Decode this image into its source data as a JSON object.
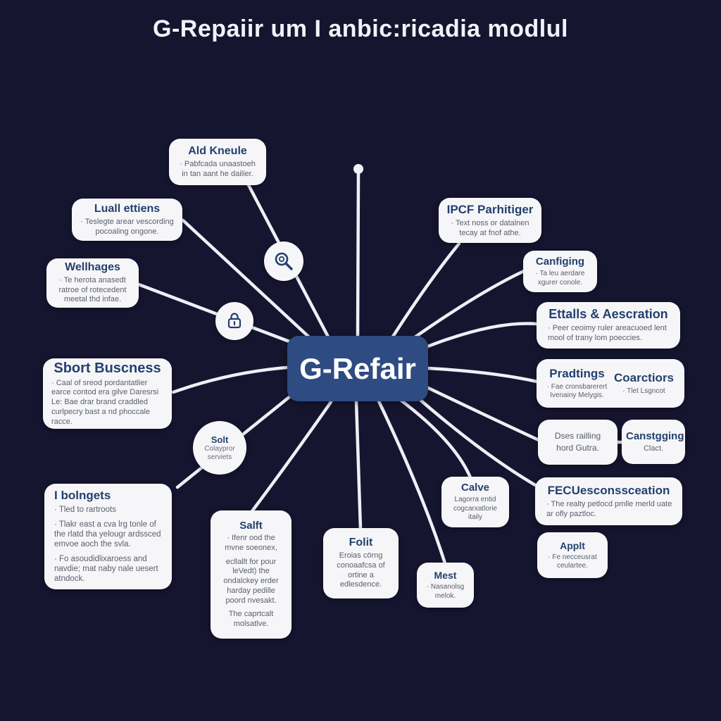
{
  "page": {
    "title": "G-Repaiir um I anbic:ricadia modlul"
  },
  "colors": {
    "background": "#161530",
    "node_background": "#f6f6f9",
    "node_title": "#24406e",
    "node_body": "#5a5f6b",
    "center_background": "#2e4b82",
    "connector": "#eef0f6"
  },
  "center": {
    "label": "G-Refair"
  },
  "icons": {
    "magnifier": "magnifier-icon",
    "lock": "lock-icon",
    "dot": "branch-dot"
  },
  "nodes": {
    "ald_kneule": {
      "title": "Ald Kneule",
      "body": [
        "· Pabfcada unaastoeh in tan aant he dailier."
      ]
    },
    "luall_ettiens": {
      "title": "Luall ettiens",
      "body": [
        "· Teslegte arear vescording pocoaling ongone."
      ]
    },
    "wellhages": {
      "title": "Wellhages",
      "body": [
        "· Te herota anasedt ratroe of rotecedent meetal thd infae."
      ]
    },
    "sbort_buscness": {
      "title": "Sbort Buscness",
      "body": [
        "· Caal of sreod pordantatlier earce contod era gilve Daresrsi Le: Bae drar brand craddled curlpecry bast a nd phoccale racce."
      ]
    },
    "i_bolngets": {
      "title": "I bolngets",
      "body": [
        "· Tled to rartroots",
        "· Tlakr east a cva lrg tonle of the rlatd tha yelougr ardssced emvoe aoch the svla.",
        "· Fo asoudidlixaroess and navdie; mat naby nale uesert atndock."
      ]
    },
    "solt": {
      "title": "Solt",
      "body": [
        "Colaypror serviets"
      ]
    },
    "salft": {
      "title": "Salft",
      "body": [
        "· Ifenr ood the mvne soeonex,",
        "ecllallt for pour leVedt) the ondalckey erder harday pedille poord nvesakt.",
        "The caprtcalt molsatlve."
      ]
    },
    "folit": {
      "title": "Folit",
      "body": [
        "Eroias cörng conoaafcsa of ortine a edlesdence."
      ]
    },
    "mest": {
      "title": "Mest",
      "body": [
        "· Nasanolsg melok."
      ]
    },
    "calve": {
      "title": "Calve",
      "body": [
        "Lagorra entid cogcarxatlorie itaily"
      ]
    },
    "ipcf_parhitiger": {
      "title": "IPCF Parhitiger",
      "body": [
        "· Text noss or datalnen tecay at fnof athe."
      ]
    },
    "canfiging": {
      "title": "Canfiging",
      "body": [
        "· Ta leu aerdare xgurer conole."
      ]
    },
    "ettalls_aescration": {
      "title": "Ettalls & Aescration",
      "body": [
        "· Peer ceoimy ruler areacuoed lent mool of trany lom poeccies."
      ]
    },
    "pradtings": {
      "title": "Pradtings",
      "body": [
        "· Fae cronsbarerert Ivenainy Melygis."
      ]
    },
    "coarctiors": {
      "title": "Coarctiors",
      "body": [
        "· Tlet Lsgncot"
      ]
    },
    "dses_railling": {
      "title": "",
      "body": [
        "Dses railling",
        "hord Gutra."
      ]
    },
    "canstgging": {
      "title": "Canstgging",
      "body": [
        "Clact."
      ]
    },
    "fecuesconssceation": {
      "title": "FECUesconssceation",
      "body": [
        "· The realty petlocd pmlle merld uate ar ofly paztloc."
      ]
    },
    "applt": {
      "title": "Applt",
      "body": [
        "· Fe necceusrat ceulartee."
      ]
    }
  }
}
